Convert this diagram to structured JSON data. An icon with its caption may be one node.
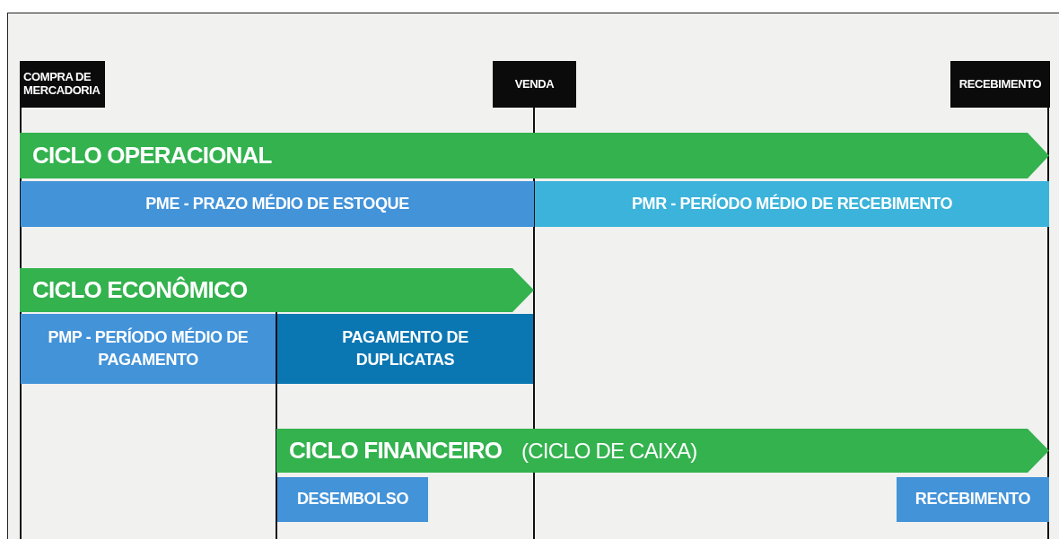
{
  "diagram": {
    "nodes": [
      {
        "text": [
          "COMPRA DE MERCADORIA"
        ]
      },
      {
        "text": [
          "VENDA"
        ]
      },
      {
        "text": [
          "RECEBIMENTO"
        ]
      },
      {
        "text": [
          "CICLO OPERACIONAL"
        ]
      },
      {
        "text": [
          "PME - PRAZO MÉDIO DE ESTOQUE"
        ]
      },
      {
        "text": [
          "PMR - PERÍODO MÉDIO DE RECEBIMENTO"
        ]
      },
      {
        "text": [
          "CICLO ECONÔMICO"
        ]
      },
      {
        "text": [
          "PMP - PERÍODO MÉDIO DE PAGAMENTO"
        ]
      },
      {
        "text": [
          "PAGAMENTO DE DUPLICATAS"
        ]
      },
      {
        "text": [
          "CICLO FINANCEIRO",
          "(CICLO DE CAIXA)"
        ]
      },
      {
        "text": [
          "DESEMBOLSO"
        ]
      },
      {
        "text": [
          "RECEBIMENTO"
        ]
      }
    ]
  }
}
